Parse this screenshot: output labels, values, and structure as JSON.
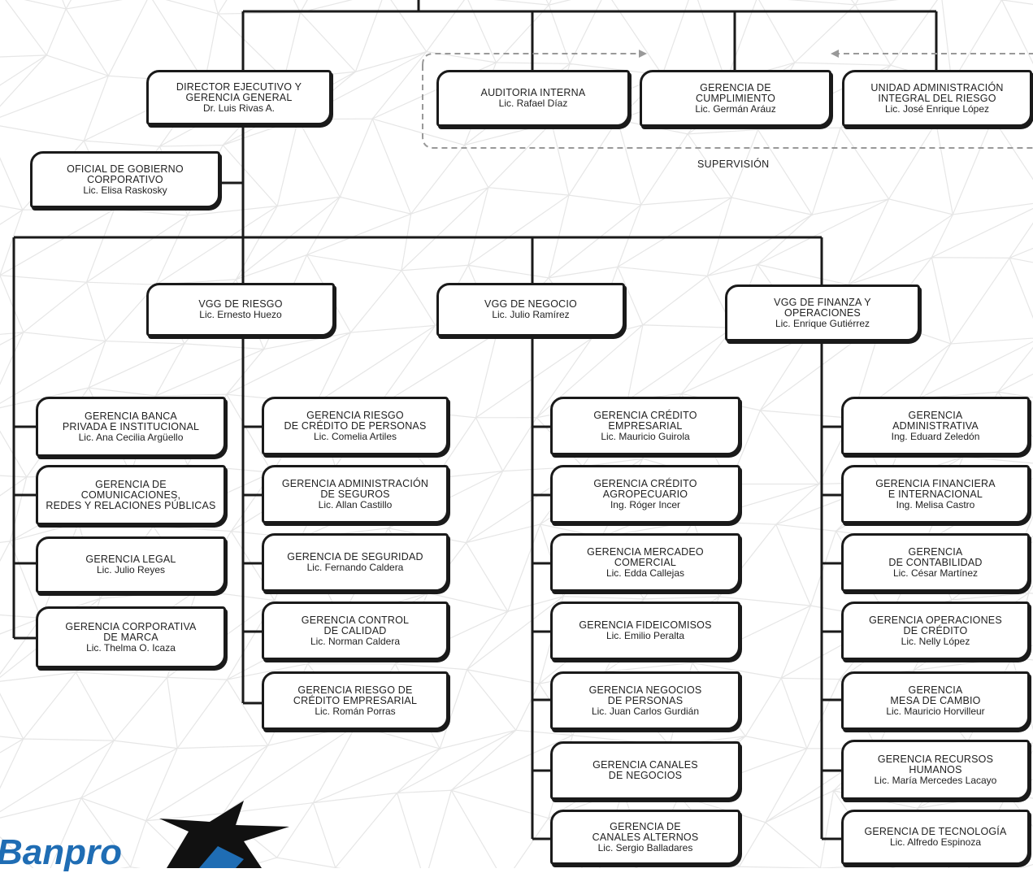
{
  "boxes": {
    "director": {
      "title": "DIRECTOR EJECUTIVO Y\nGERENCIA GENERAL",
      "person": "Dr. Luis Rivas A."
    },
    "auditoria": {
      "title": "AUDITORIA INTERNA",
      "person": "Lic. Rafael Díaz"
    },
    "cumplimiento": {
      "title": "GERENCIA DE\nCUMPLIMIENTO",
      "person": "Lic. Germán Aráuz"
    },
    "riesgo_integral": {
      "title": "UNIDAD ADMINISTRACIÓN\nINTEGRAL DEL RIESGO",
      "person": "Lic. José Enrique López"
    },
    "gobierno": {
      "title": "OFICIAL DE GOBIERNO\nCORPORATIVO",
      "person": "Lic. Elisa Raskosky"
    },
    "vgg_riesgo": {
      "title": "VGG DE RIESGO",
      "person": "Lic. Ernesto Huezo"
    },
    "vgg_negocio": {
      "title": "VGG DE NEGOCIO",
      "person": "Lic. Julio Ramírez"
    },
    "vgg_finanza": {
      "title": "VGG DE FINANZA Y\nOPERACIONES",
      "person": "Lic. Enrique Gutiérrez"
    },
    "banca_privada": {
      "title": "GERENCIA BANCA\nPRIVADA E INSTITUCIONAL",
      "person": "Lic. Ana Cecilia Argüello"
    },
    "comunicaciones": {
      "title": "GERENCIA DE\nCOMUNICACIONES,\nREDES Y RELACIONES PÚBLICAS",
      "person": ""
    },
    "legal": {
      "title": "GERENCIA LEGAL",
      "person": "Lic. Julio Reyes"
    },
    "marca": {
      "title": "GERENCIA CORPORATIVA\nDE MARCA",
      "person": "Lic. Thelma O. Icaza"
    },
    "riesgo_personas": {
      "title": "GERENCIA RIESGO\nDE CRÉDITO DE PERSONAS",
      "person": "Lic. Comelia Artiles"
    },
    "seguros": {
      "title": "GERENCIA ADMINISTRACIÓN\nDE SEGUROS",
      "person": "Lic. Allan Castillo"
    },
    "seguridad": {
      "title": "GERENCIA DE SEGURIDAD",
      "person": "Lic. Fernando Caldera"
    },
    "calidad": {
      "title": "GERENCIA CONTROL\nDE CALIDAD",
      "person": "Lic. Norman Caldera"
    },
    "riesgo_empresarial": {
      "title": "GERENCIA RIESGO DE\nCRÉDITO EMPRESARIAL",
      "person": "Lic. Román Porras"
    },
    "credito_empresarial": {
      "title": "GERENCIA CRÉDITO\nEMPRESARIAL",
      "person": "Lic. Mauricio Guirola"
    },
    "credito_agro": {
      "title": "GERENCIA CRÉDITO\nAGROPECUARIO",
      "person": "Ing. Róger Incer"
    },
    "mercadeo": {
      "title": "GERENCIA MERCADEO\nCOMERCIAL",
      "person": "Lic. Edda Callejas"
    },
    "fideicomisos": {
      "title": "GERENCIA FIDEICOMISOS",
      "person": "Lic. Emilio Peralta"
    },
    "negocios_personas": {
      "title": "GERENCIA NEGOCIOS\nDE PERSONAS",
      "person": "Lic. Juan Carlos Gurdián"
    },
    "canales_negocios": {
      "title": "GERENCIA CANALES\nDE NEGOCIOS",
      "person": ""
    },
    "canales_alternos": {
      "title": "GERENCIA DE\nCANALES ALTERNOS",
      "person": "Lic. Sergio Balladares"
    },
    "administrativa": {
      "title": "GERENCIA\nADMINISTRATIVA",
      "person": "Ing. Eduard Zeledón"
    },
    "financiera": {
      "title": "GERENCIA FINANCIERA\nE INTERNACIONAL",
      "person": "Ing. Melisa Castro"
    },
    "contabilidad": {
      "title": "GERENCIA\nDE CONTABILIDAD",
      "person": "Lic. César Martínez"
    },
    "operaciones_credito": {
      "title": "GERENCIA OPERACIONES\nDE CRÉDITO",
      "person": "Lic. Nelly López"
    },
    "mesa_cambio": {
      "title": "GERENCIA\nMESA DE CAMBIO",
      "person": "Lic. Mauricio Horvilleur"
    },
    "rrhh": {
      "title": "GERENCIA RECURSOS\nHUMANOS",
      "person": "Lic. María Mercedes Lacayo"
    },
    "tecnologia": {
      "title": "GERENCIA DE TECNOLOGÍA",
      "person": "Lic. Alfredo Espinoza"
    }
  },
  "supervision_label": "SUPERVISIÓN",
  "logo": {
    "text": "Banpro",
    "icon": "star-logo-icon"
  },
  "colors": {
    "line": "#1a1a1a",
    "logo_blue": "#1f6db4",
    "pattern": "#e6e6e6",
    "dashed": "#999999"
  }
}
